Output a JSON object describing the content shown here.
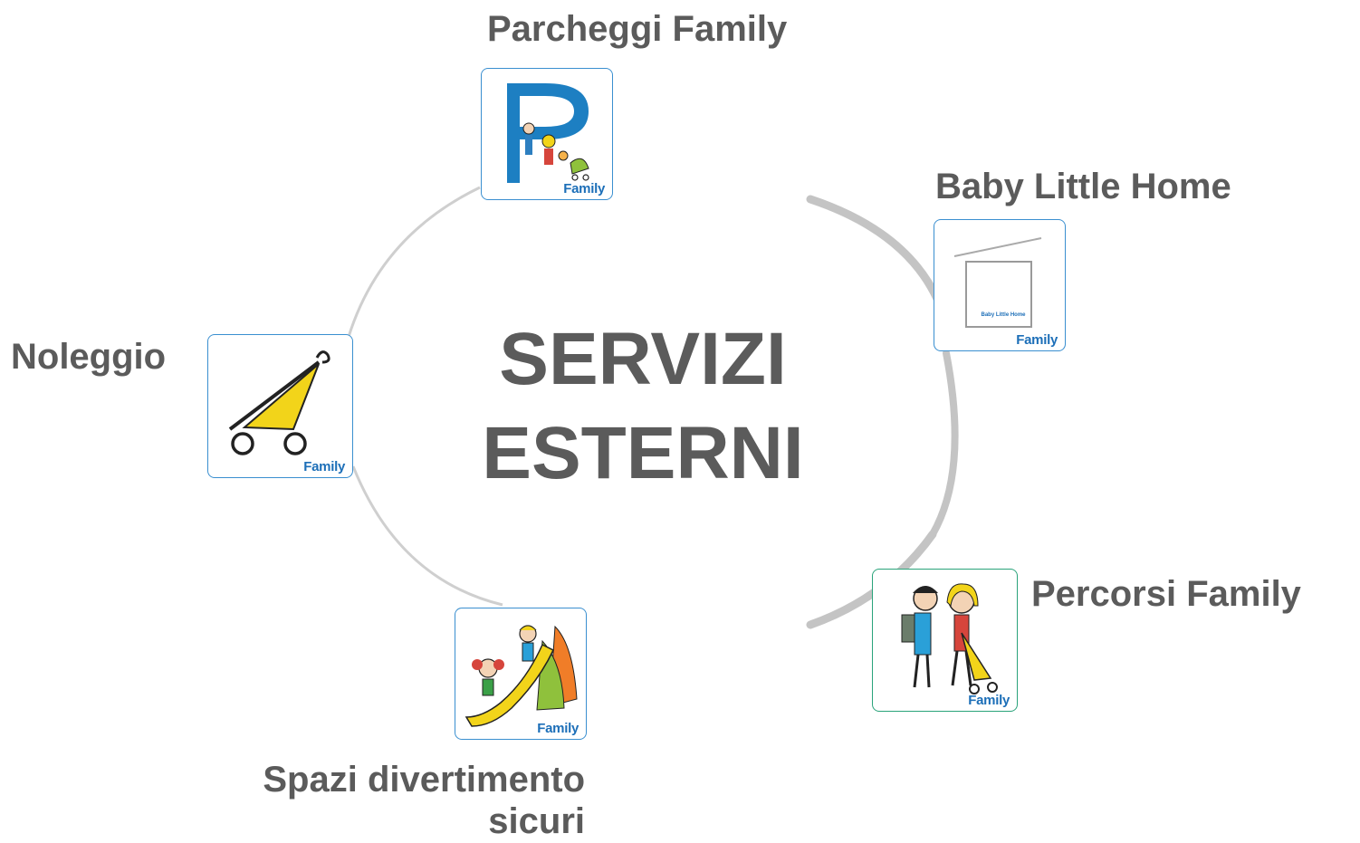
{
  "center": {
    "line1": "SERVIZI",
    "line2": "ESTERNI"
  },
  "services": {
    "parcheggi": {
      "label": "Parcheggi Family",
      "brand": "Family"
    },
    "baby_home": {
      "label": "Baby Little Home",
      "brand": "Family",
      "sign": "Baby Little Home"
    },
    "noleggio": {
      "label": "Noleggio",
      "brand": "Family"
    },
    "percorsi": {
      "label": "Percorsi Family",
      "brand": "Family"
    },
    "spazi": {
      "label_line1": "Spazi divertimento",
      "label_line2": "sicuri",
      "brand": "Family"
    }
  },
  "colors": {
    "text": "#5b5b5b",
    "brand_blue": "#1d6fb8",
    "accent_yellow": "#f2d41a",
    "ring": "#c8c8c8",
    "tile_border": "#3a8fd0"
  },
  "icons": [
    "parking-family-icon",
    "baby-little-home-icon",
    "stroller-icon",
    "family-walk-icon",
    "slide-playground-icon"
  ]
}
